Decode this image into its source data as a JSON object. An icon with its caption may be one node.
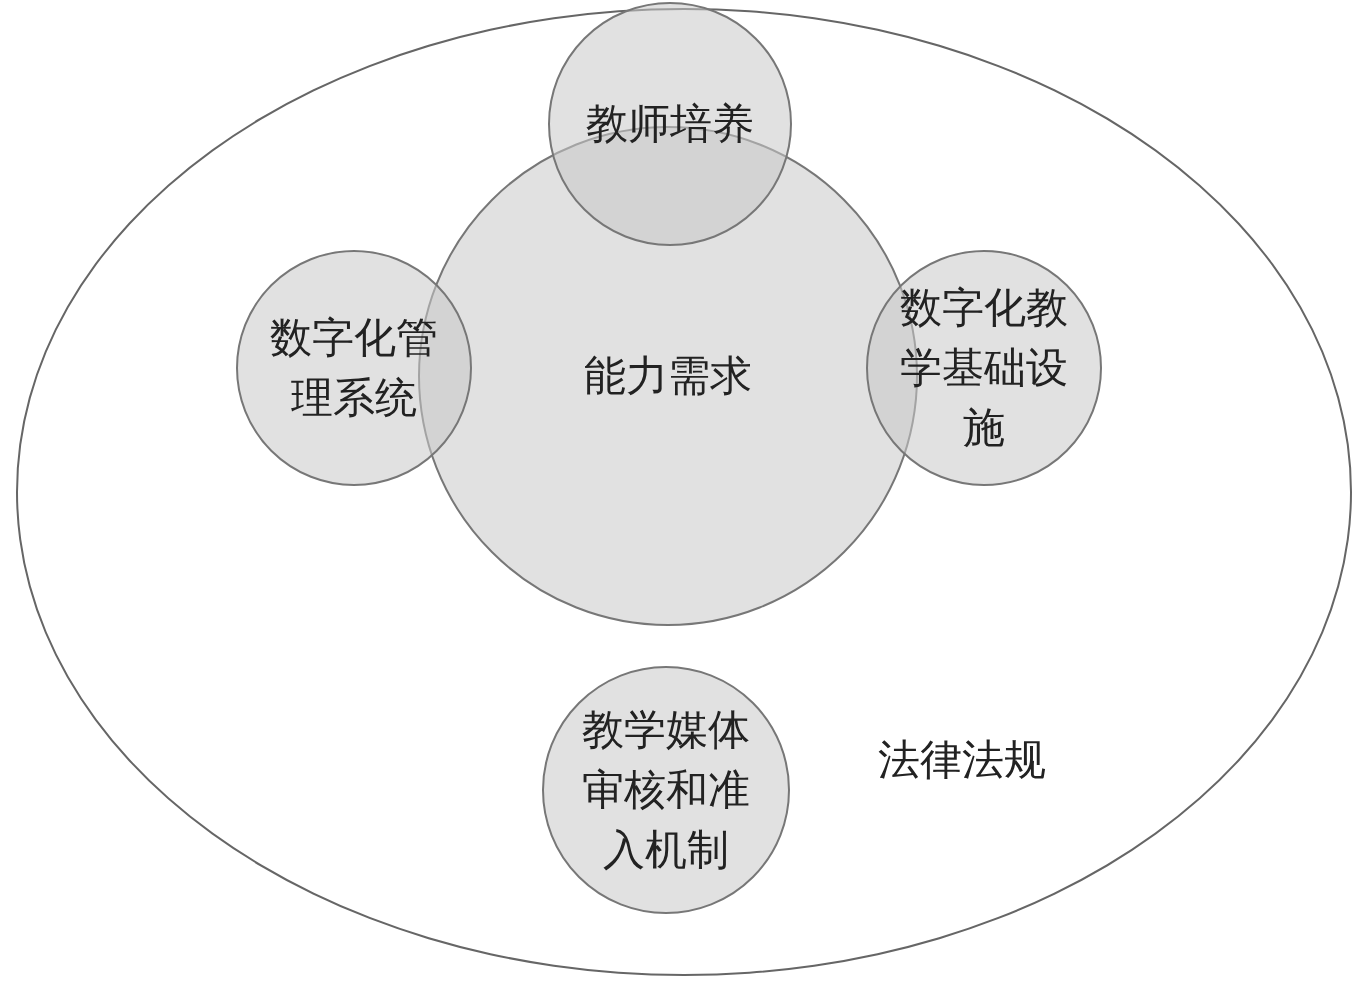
{
  "diagram": {
    "nodes": [
      {
        "text": [
          "法律法规"
        ]
      },
      {
        "text": [
          "教师培养"
        ],
        "in": 0
      },
      {
        "text": [
          "数字化管理系统"
        ],
        "in": 0
      },
      {
        "text": [
          "能力需求"
        ],
        "in": 0
      },
      {
        "text": [
          "数字化教学基础设施"
        ],
        "in": 0
      },
      {
        "text": [
          "教学媒体审核和准入机制"
        ],
        "in": 0
      }
    ]
  }
}
